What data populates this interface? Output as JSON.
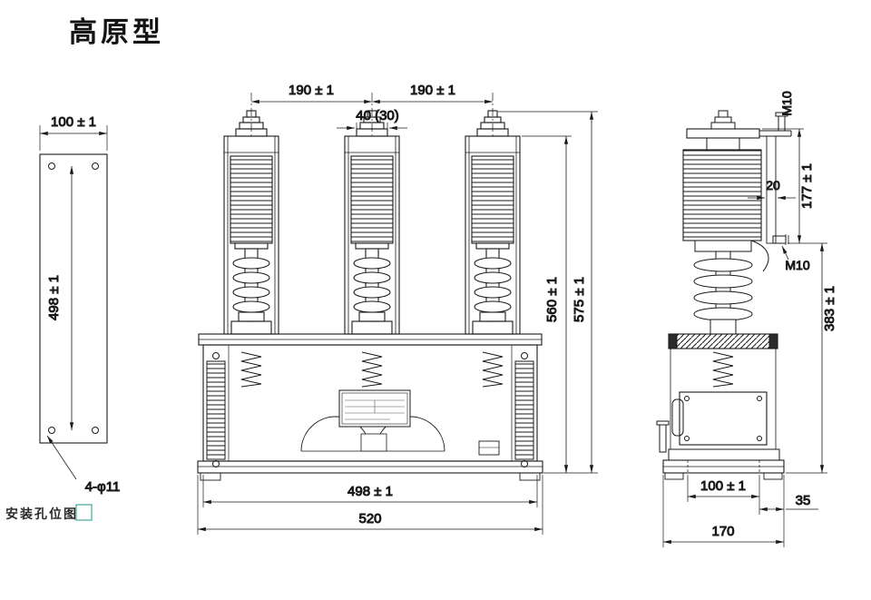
{
  "title": "高原型",
  "watermark": "安装孔位图",
  "colors": {
    "ink": "#1a1a1a",
    "watermark": "#2f9e8e"
  },
  "mounting_view": {
    "width_dim": "100 ± 1",
    "height_dim": "498 ± 1",
    "holes_label": "4-φ11"
  },
  "front_view": {
    "pole_spacing_left": "190 ± 1",
    "pole_spacing_right": "190 ± 1",
    "terminal_dim": "40 (30)",
    "height_560": "560 ± 1",
    "height_575": "575 ± 1",
    "width_498": "498 ± 1",
    "width_520": "520"
  },
  "side_view": {
    "top_bolt": "M10",
    "bracket_width": "20",
    "upper_height": "177 ± 1",
    "side_bolt": "M10",
    "lower_height": "383 ± 1",
    "hole_spacing": "100 ± 1",
    "edge_offset": "35",
    "depth": "170"
  }
}
